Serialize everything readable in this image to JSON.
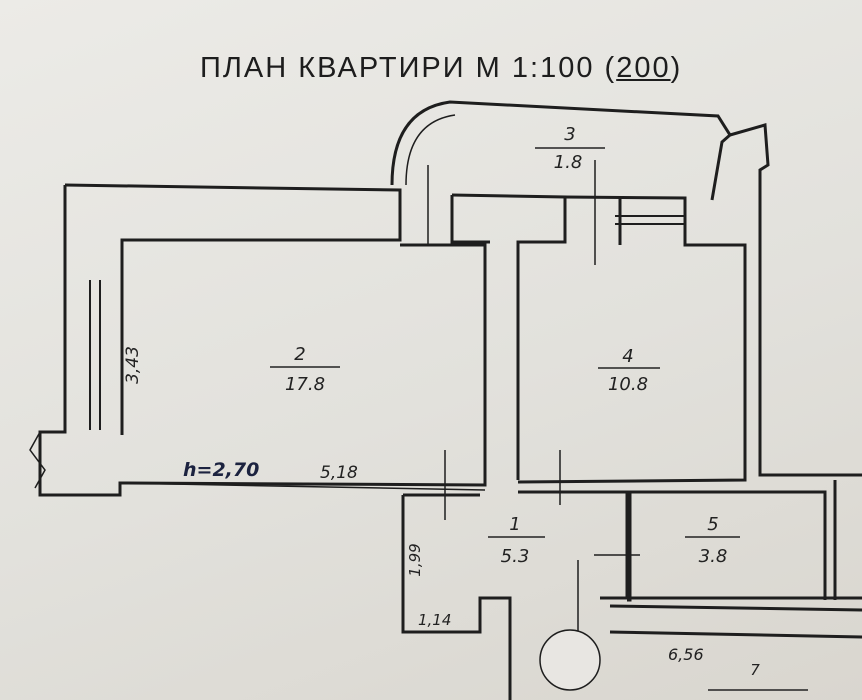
{
  "title": {
    "prefix": "ПЛАН  КВАРТИРИ  М  1:100  (",
    "scale_alt": "200",
    "suffix": ")"
  },
  "rooms": [
    {
      "number": "1",
      "area": "5.3"
    },
    {
      "number": "2",
      "area": "17.8"
    },
    {
      "number": "3",
      "area": "1.8"
    },
    {
      "number": "4",
      "area": "10.8"
    },
    {
      "number": "5",
      "area": "3.8"
    },
    {
      "number": "7",
      "area": ""
    }
  ],
  "dimensions": {
    "room2_height": "3,43",
    "room2_width": "5,18",
    "ceiling_height": "h=2,70",
    "room1_height": "1,99",
    "room1_width": "1,14",
    "corridor_width": "6,56"
  },
  "colors": {
    "ink": "#1e1e1e",
    "pen_blue": "#1c2340",
    "paper": "#e4e3df"
  }
}
